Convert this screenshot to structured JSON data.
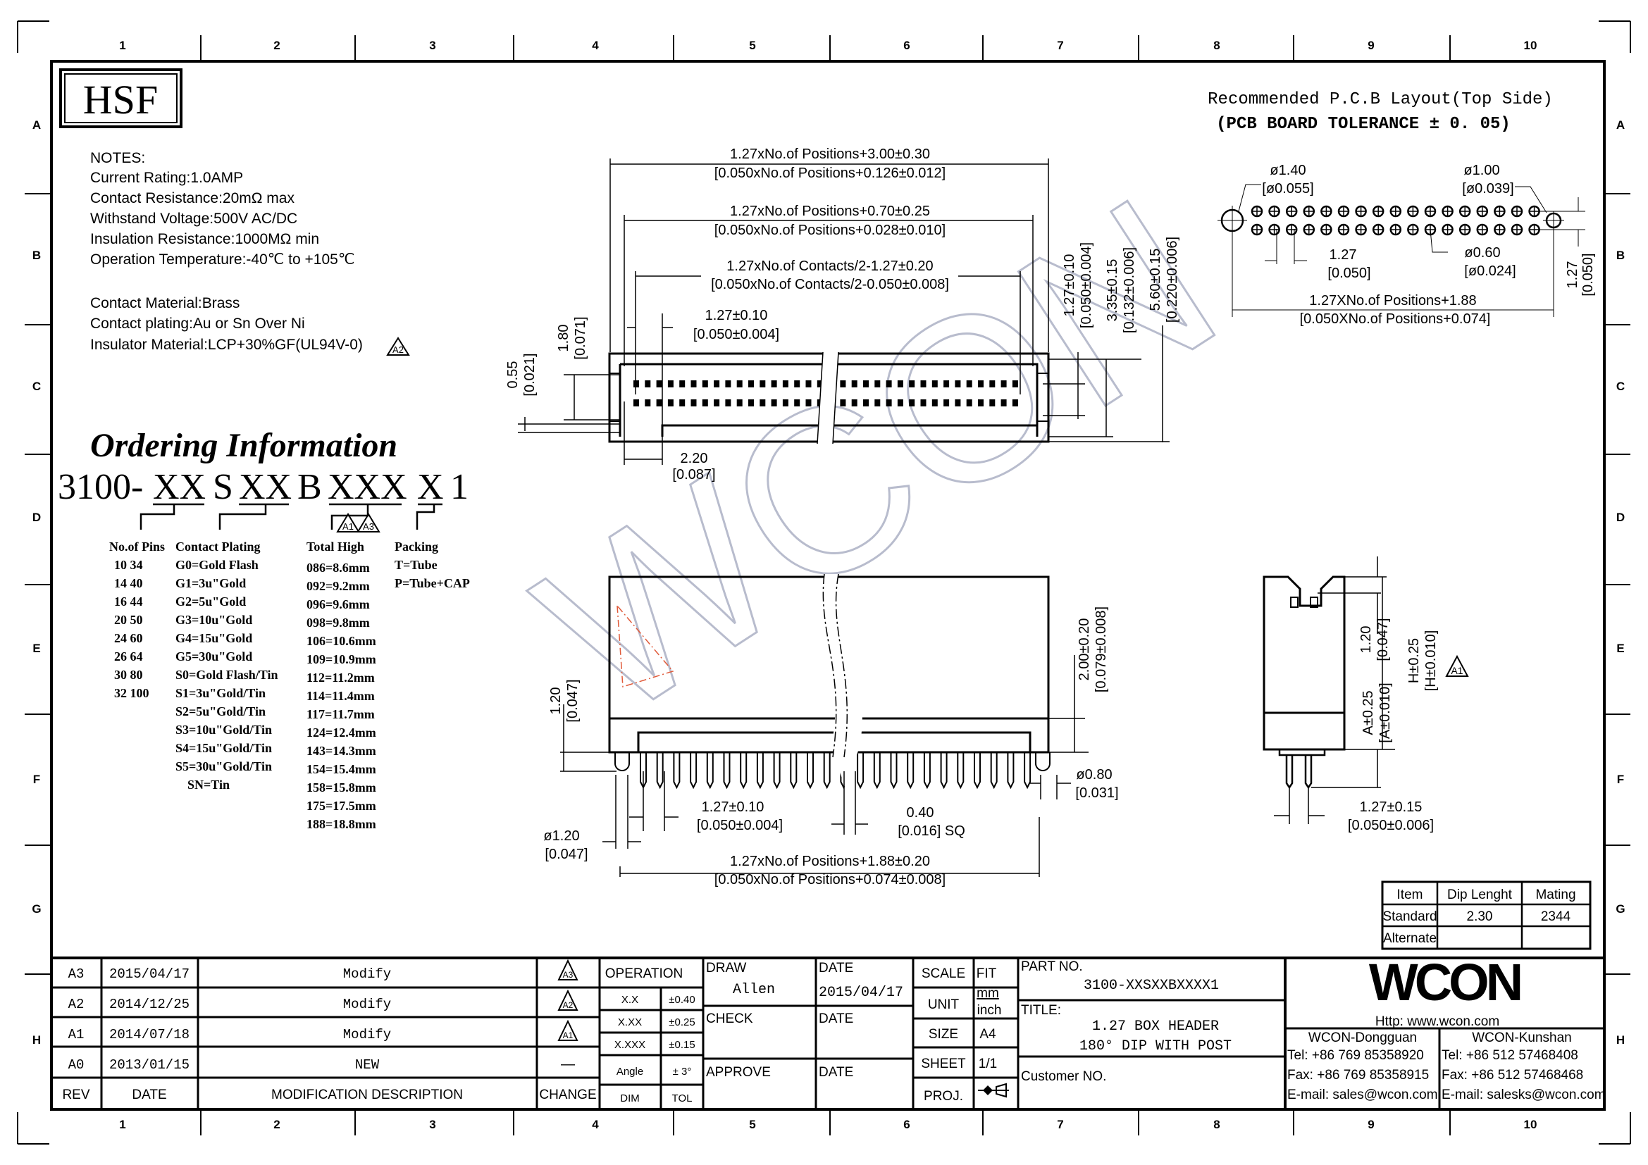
{
  "frame": {
    "columns": [
      "1",
      "2",
      "3",
      "4",
      "5",
      "6",
      "7",
      "8",
      "9",
      "10"
    ],
    "rows": [
      "A",
      "B",
      "C",
      "D",
      "E",
      "F",
      "G",
      "H"
    ]
  },
  "logo": "HSF",
  "watermark": "WCON",
  "notes": {
    "heading": "NOTES:",
    "lines": [
      "Current Rating:1.0AMP",
      "Contact Resistance:20mΩ   max",
      "Withstand Voltage:500V AC/DC",
      "Insulation Resistance:1000MΩ min",
      "Operation Temperature:-40℃ to +105℃",
      "Contact Material:Brass",
      "Contact plating:Au or Sn Over Ni",
      "Insulator Material:LCP+30%GF(UL94V-0)"
    ],
    "revision_mark": "A2"
  },
  "ordering": {
    "title": "Ordering Information",
    "code_parts": [
      "3100-",
      "XX",
      "S",
      "XX",
      "B",
      "XXX",
      "X",
      "1"
    ],
    "revision_marks": [
      "A1",
      "A3"
    ],
    "pins": {
      "heading": "No.of Pins",
      "values": [
        "10  34",
        "14  40",
        "16  44",
        "20  50",
        "24  60",
        "26  64",
        "30  80",
        "32 100"
      ]
    },
    "plating": {
      "heading": "Contact Plating",
      "values": [
        "G0=Gold Flash",
        "G1=3u\"Gold",
        "G2=5u\"Gold",
        "G3=10u\"Gold",
        "G4=15u\"Gold",
        "G5=30u\"Gold",
        "S0=Gold Flash/Tin",
        "S1=3u\"Gold/Tin",
        "S2=5u\"Gold/Tin",
        "S3=10u\"Gold/Tin",
        "S4=15u\"Gold/Tin",
        "S5=30u\"Gold/Tin",
        "SN=Tin"
      ]
    },
    "total_high": {
      "heading": "Total High",
      "values": [
        "086=8.6mm",
        "092=9.2mm",
        "096=9.6mm",
        "098=9.8mm",
        "106=10.6mm",
        "109=10.9mm",
        "112=11.2mm",
        "114=11.4mm",
        "117=11.7mm",
        "124=12.4mm",
        "143=14.3mm",
        "154=15.4mm",
        "158=15.8mm",
        "175=17.5mm",
        "188=18.8mm"
      ]
    },
    "packing": {
      "heading": "Packing",
      "values": [
        "T=Tube",
        "P=Tube+CAP"
      ]
    }
  },
  "top_view": {
    "d1": [
      "1.27xNo.of  Positions+3.00±0.30",
      "[0.050xNo.of  Positions+0.126±0.012]"
    ],
    "d2": [
      "1.27xNo.of  Positions+0.70±0.25",
      "[0.050xNo.of  Positions+0.028±0.010]"
    ],
    "d3": [
      "1.27xNo.of  Contacts/2-1.27±0.20",
      "[0.050xNo.of  Contacts/2-0.050±0.008]"
    ],
    "d4": [
      "1.27±0.10",
      "[0.050±0.004]"
    ],
    "d5": [
      "1.80",
      "[0.071]"
    ],
    "d6": [
      "0.55",
      "[0.021]"
    ],
    "d7": [
      "2.20",
      "[0.087]"
    ],
    "d8": [
      "1.27±0.10",
      "[0.050±0.004]"
    ],
    "d9": [
      "3.35±0.15",
      "[0.132±0.006]"
    ],
    "d10": [
      "5.60±0.15",
      "[0.220±0.006]"
    ]
  },
  "pcb": {
    "title": "Recommended  P.C.B Layout(Top Side)",
    "subtitle": "(PCB  BOARD  TOLERANCE ± 0. 05)",
    "d1": [
      "ø1.40",
      "[ø0.055]"
    ],
    "d2": [
      "ø1.00",
      "[ø0.039]"
    ],
    "d3": [
      "1.27",
      "[0.050]"
    ],
    "d4": [
      "ø0.60",
      "[ø0.024]"
    ],
    "d5": [
      "1.27XNo.of  Positions+1.88",
      "[0.050XNo.of  Positions+0.074]"
    ],
    "d6": [
      "1.27",
      "[0.050]"
    ]
  },
  "front_view": {
    "d1": [
      "1.20",
      "[0.047]"
    ],
    "d2": [
      "2.00±0.20",
      "[0.079±0.008]"
    ],
    "d3": [
      "ø0.80",
      "[0.031]"
    ],
    "d4": [
      "1.27±0.10",
      "[0.050±0.004]"
    ],
    "d5": [
      "0.40",
      "[0.016]  SQ"
    ],
    "d6": [
      "ø1.20",
      "[0.047]"
    ],
    "d7": [
      "1.27xNo.of  Positions+1.88±0.20",
      "[0.050xNo.of  Positions+0.074±0.008]"
    ]
  },
  "side_view": {
    "d1": [
      "1.20",
      "[0.047]"
    ],
    "d2": [
      "A±0.25",
      "[A±0.010]"
    ],
    "d3": [
      "H±0.25",
      "[H±0.010]"
    ],
    "d4": [
      "1.27±0.15",
      "[0.050±0.006]"
    ],
    "revision_mark": "A1"
  },
  "dip_table": {
    "headers": [
      "Item",
      "Dip  Lenght",
      "Mating"
    ],
    "rows": [
      [
        "Standard",
        "2.30",
        "2344"
      ],
      [
        "Alternate",
        "",
        ""
      ]
    ]
  },
  "revisions": [
    {
      "rev": "A3",
      "date": "2015/04/17",
      "desc": "Modify",
      "change": "A3"
    },
    {
      "rev": "A2",
      "date": "2014/12/25",
      "desc": "Modify",
      "change": "A2"
    },
    {
      "rev": "A1",
      "date": "2014/07/18",
      "desc": "Modify",
      "change": "A1"
    },
    {
      "rev": "A0",
      "date": "2013/01/15",
      "desc": "NEW",
      "change": "—"
    }
  ],
  "revision_headers": {
    "rev": "REV",
    "date": "DATE",
    "desc": "MODIFICATION  DESCRIPTION",
    "change": "CHANGE"
  },
  "tolerances": {
    "heading": "OPERATION",
    "rows": [
      [
        "X.X",
        "±0.40"
      ],
      [
        "X.XX",
        "±0.25"
      ],
      [
        "X.XXX",
        "±0.15"
      ],
      [
        "Angle",
        "± 3°"
      ]
    ],
    "footer": [
      "DIM",
      "TOL"
    ]
  },
  "approvals": {
    "draw_label": "DRAW",
    "draw_name": "Allen",
    "date_label": "DATE",
    "draw_date": "2015/04/17",
    "check_label": "CHECK",
    "approve_label": "APPROVE"
  },
  "sheet_info": {
    "scale_label": "SCALE",
    "scale": "FIT",
    "unit_label": "UNIT",
    "unit_primary": "mm",
    "unit_secondary": "inch",
    "size_label": "SIZE",
    "size": "A4",
    "sheet_label": "SHEET",
    "sheet": "1/1",
    "proj_label": "PROJ."
  },
  "part": {
    "part_no_label": "PART NO.",
    "part_no": "3100-XXSXXBXXXX1",
    "title_label": "TITLE:",
    "title_lines": [
      "1.27 BOX HEADER",
      "180° DIP WITH POST"
    ],
    "customer_label": "Customer NO."
  },
  "company": {
    "logo": "WCON",
    "url": "Http: www.wcon.com",
    "offices": [
      {
        "name": "WCON-Dongguan",
        "tel": "Tel: +86 769 85358920",
        "fax": "Fax: +86 769 85358915",
        "email": "E-mail: sales@wcon.com"
      },
      {
        "name": "WCON-Kunshan",
        "tel": "Tel: +86 512 57468408",
        "fax": "Fax: +86 512 57468468",
        "email": "E-mail: salesks@wcon.com"
      }
    ]
  }
}
